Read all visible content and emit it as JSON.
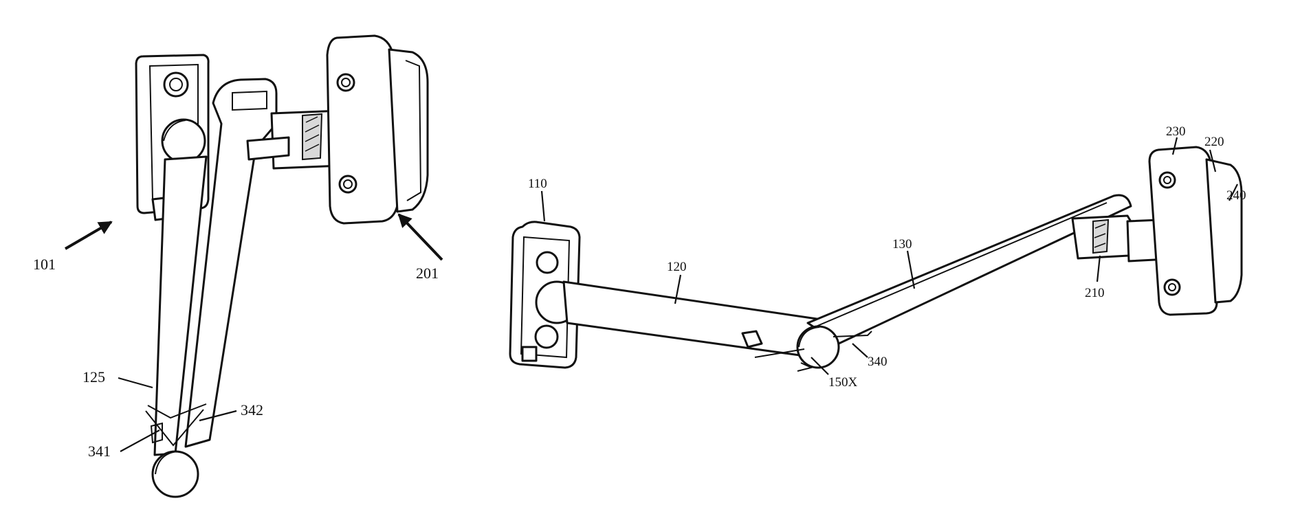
{
  "reference_numerals": {
    "assembly_left": "101",
    "assembly_right": "201",
    "link_first_fig1": "125",
    "spring_leg_a": "341",
    "spring_leg_b": "342",
    "bracket_left": "110",
    "link_first": "120",
    "link_second": "130",
    "pivot_joint": "150X",
    "spring": "340",
    "bracket_right_pivot": "210",
    "bracket_right_top": "230",
    "bracket_right_body": "220",
    "bracket_right_knob": "240"
  }
}
